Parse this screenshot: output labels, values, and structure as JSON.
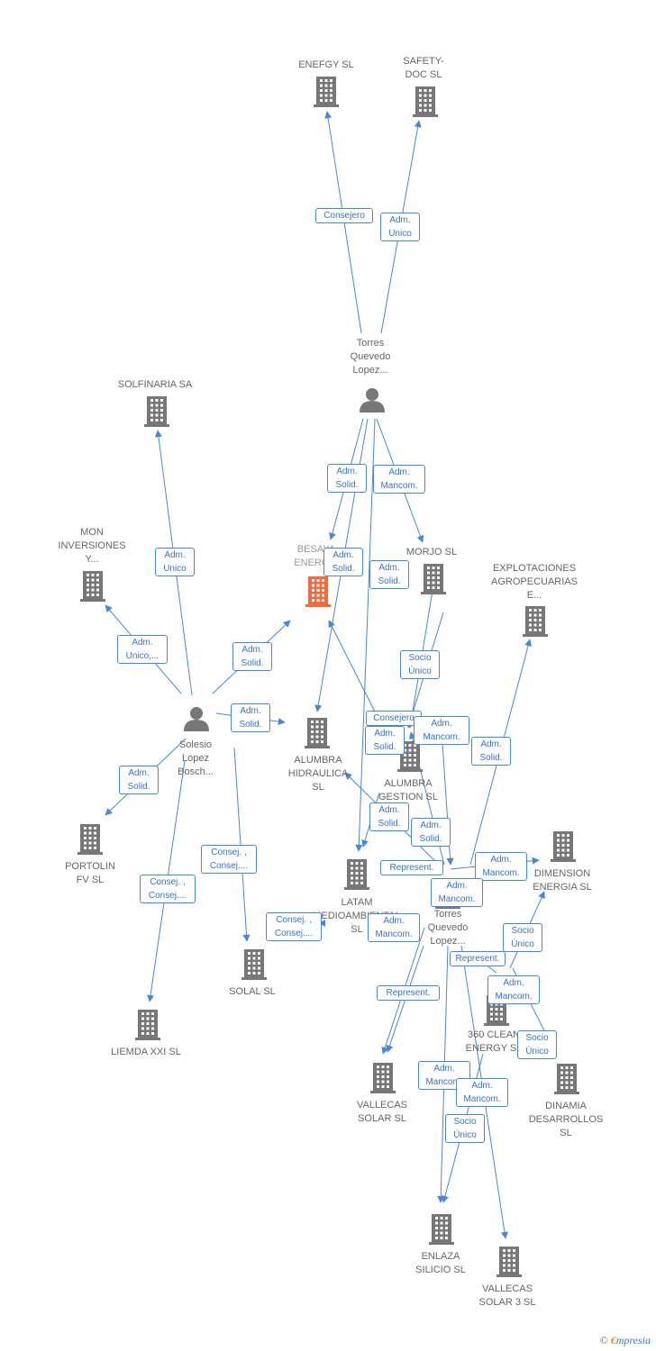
{
  "colors": {
    "edge": "#4a86d8",
    "building": "#777777",
    "focus_building": "#f26b3a",
    "person": "#777777"
  },
  "nodes": [
    {
      "id": "enefgy",
      "type": "company",
      "label": "ENEFGY SL"
    },
    {
      "id": "safety",
      "type": "company",
      "label": "SAFETY-\nDOC SL"
    },
    {
      "id": "torres1",
      "type": "person",
      "label": "Torres\nQuevedo\nLopez..."
    },
    {
      "id": "solfinaria",
      "type": "company",
      "label": "SOLFINARIA SA"
    },
    {
      "id": "mon",
      "type": "company",
      "label": "MON\nINVERSIONES\nY..."
    },
    {
      "id": "besaya",
      "type": "company",
      "focus": true,
      "label": "BESAYA\nENERGIA"
    },
    {
      "id": "morjo",
      "type": "company",
      "label": "MORJO SL"
    },
    {
      "id": "explot",
      "type": "company",
      "label": "EXPLOTACIONES\nAGROPECUARIAS\nE..."
    },
    {
      "id": "solesio",
      "type": "person",
      "label": "Solesio\nLopez\nBosch..."
    },
    {
      "id": "alhidr",
      "type": "company",
      "label": "ALUMBRA\nHIDRAULICA\nSL"
    },
    {
      "id": "algest",
      "type": "company",
      "label": "ALUMBRA\nGESTION SL"
    },
    {
      "id": "portolin",
      "type": "company",
      "label": "PORTOLIN\nFV SL"
    },
    {
      "id": "latam",
      "type": "company",
      "label": "LATAM\nMEDIOAMBIENTAL\nSL"
    },
    {
      "id": "dimension",
      "type": "company",
      "label": "DIMENSION\nENERGIA SL"
    },
    {
      "id": "torres2",
      "type": "person",
      "label": "Torres\nQuevedo\nLopez..."
    },
    {
      "id": "solal",
      "type": "company",
      "label": "SOLAL SL"
    },
    {
      "id": "liemda",
      "type": "company",
      "label": "LIEMDA XXI SL"
    },
    {
      "id": "clean360",
      "type": "company",
      "label": "360 CLEAN\nENERGY SL"
    },
    {
      "id": "vallecas",
      "type": "company",
      "label": "VALLECAS\nSOLAR SL"
    },
    {
      "id": "dinamia",
      "type": "company",
      "label": "DINAMIA\nDESARROLLOS\nSL"
    },
    {
      "id": "enlaza",
      "type": "company",
      "label": "ENLAZA\nSILICIO SL"
    },
    {
      "id": "vallecas3",
      "type": "company",
      "label": "VALLECAS\nSOLAR 3 SL"
    }
  ],
  "edges": [
    {
      "label": "Consejero"
    },
    {
      "label": "Adm.\nUnico"
    },
    {
      "label": "Adm.\nUnico"
    },
    {
      "label": "Adm.\nUnico,..."
    },
    {
      "label": "Adm.\nSolid."
    },
    {
      "label": "Adm.\nSolid."
    },
    {
      "label": "Adm.\nSolid."
    },
    {
      "label": "Consej. ,\nConsej...."
    },
    {
      "label": "Consej. ,\nConsej...."
    },
    {
      "label": "Consej. ,\nConsej...."
    },
    {
      "label": "Adm.\nSolid."
    },
    {
      "label": "Adm.\nMancom."
    },
    {
      "label": "Adm.\nSolid."
    },
    {
      "label": "Adm.\nSolid."
    },
    {
      "label": "Socio\nÚnico"
    },
    {
      "label": "Consejero"
    },
    {
      "label": "Adm.\nSolid."
    },
    {
      "label": "Adm.\nMancom."
    },
    {
      "label": "Adm.\nSolid."
    },
    {
      "label": "Adm.\nSolid."
    },
    {
      "label": "Adm.\nSolid."
    },
    {
      "label": "Represent."
    },
    {
      "label": "Adm.\nMancom."
    },
    {
      "label": "Adm.\nMancom."
    },
    {
      "label": "Adm.\nMancom."
    },
    {
      "label": "Socio\nÚnico"
    },
    {
      "label": "Represent."
    },
    {
      "label": "Represent."
    },
    {
      "label": "Adm.\nMancom."
    },
    {
      "label": "Socio\nÚnico"
    },
    {
      "label": "Adm.\nMancom."
    },
    {
      "label": "Adm.\nMancom."
    },
    {
      "label": "Socio\nÚnico"
    }
  ],
  "brand": {
    "copyright": "©",
    "name_first": "€",
    "name_rest": "mpresia"
  }
}
